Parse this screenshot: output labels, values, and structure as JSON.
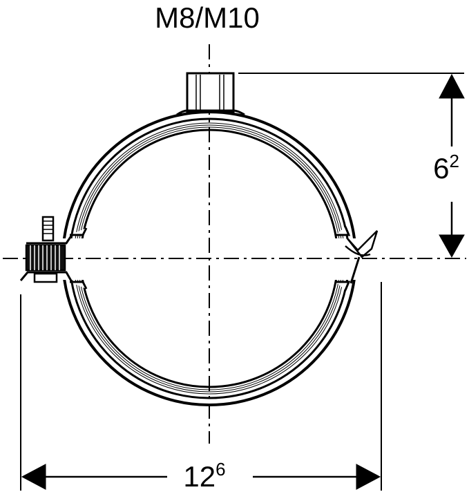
{
  "thread_label": "M8/M10",
  "height_dimension": {
    "base": "6",
    "sup": "2"
  },
  "width_dimension": {
    "base": "12",
    "sup": "6"
  },
  "colors": {
    "line": "#000000",
    "background": "#ffffff"
  }
}
